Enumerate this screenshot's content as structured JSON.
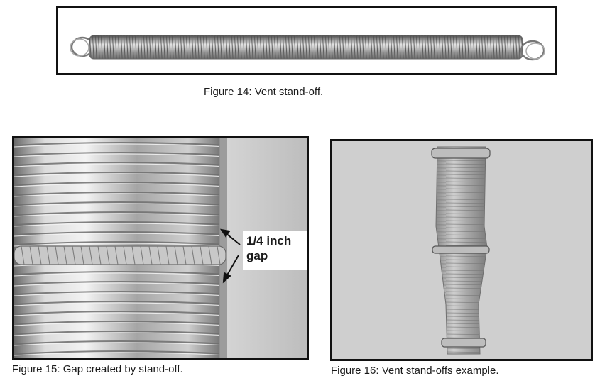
{
  "figures": [
    {
      "caption": "Figure 14:  Vent stand-off."
    },
    {
      "caption": "Figure 15:  Gap created by stand-off.",
      "callout": [
        "1/4 inch",
        "gap"
      ]
    },
    {
      "caption": "Figure 16:  Vent stand-offs example."
    }
  ],
  "colors": {
    "frame": "#111111",
    "metal_light": "#e8e8e8",
    "metal_dark": "#8a8a8a",
    "background_gray": "#d0d0d0"
  }
}
